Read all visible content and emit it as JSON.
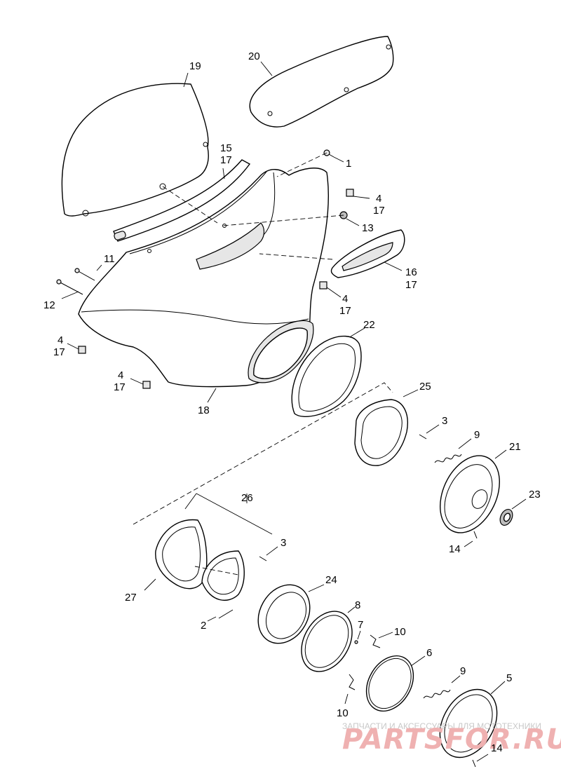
{
  "callouts": {
    "c1": "1",
    "c2": "2",
    "c3a": "3",
    "c3b": "3",
    "c4a": "4",
    "c4b": "4",
    "c4c": "4",
    "c4d": "4",
    "c5": "5",
    "c6": "6",
    "c7": "7",
    "c8": "8",
    "c9a": "9",
    "c9b": "9",
    "c10a": "10",
    "c10b": "10",
    "c11": "11",
    "c12": "12",
    "c13": "13",
    "c14a": "14",
    "c14b": "14",
    "c15": "15",
    "c16": "16",
    "c17a": "17",
    "c17b": "17",
    "c17c": "17",
    "c17d": "17",
    "c17e": "17",
    "c17f": "17",
    "c18": "18",
    "c19": "19",
    "c20": "20",
    "c21": "21",
    "c22": "22",
    "c23": "23",
    "c24": "24",
    "c25": "25",
    "c26": "26",
    "c27": "27"
  },
  "watermark": {
    "caption": "ЗАПЧАСТИ И АКСЕССУАРЫ ДЛЯ МОТОТЕХНИКИ",
    "brand": "PARTSFOR.RU"
  },
  "colors": {
    "line": "#000000",
    "background": "#ffffff",
    "watermark": "#efb1b1"
  }
}
